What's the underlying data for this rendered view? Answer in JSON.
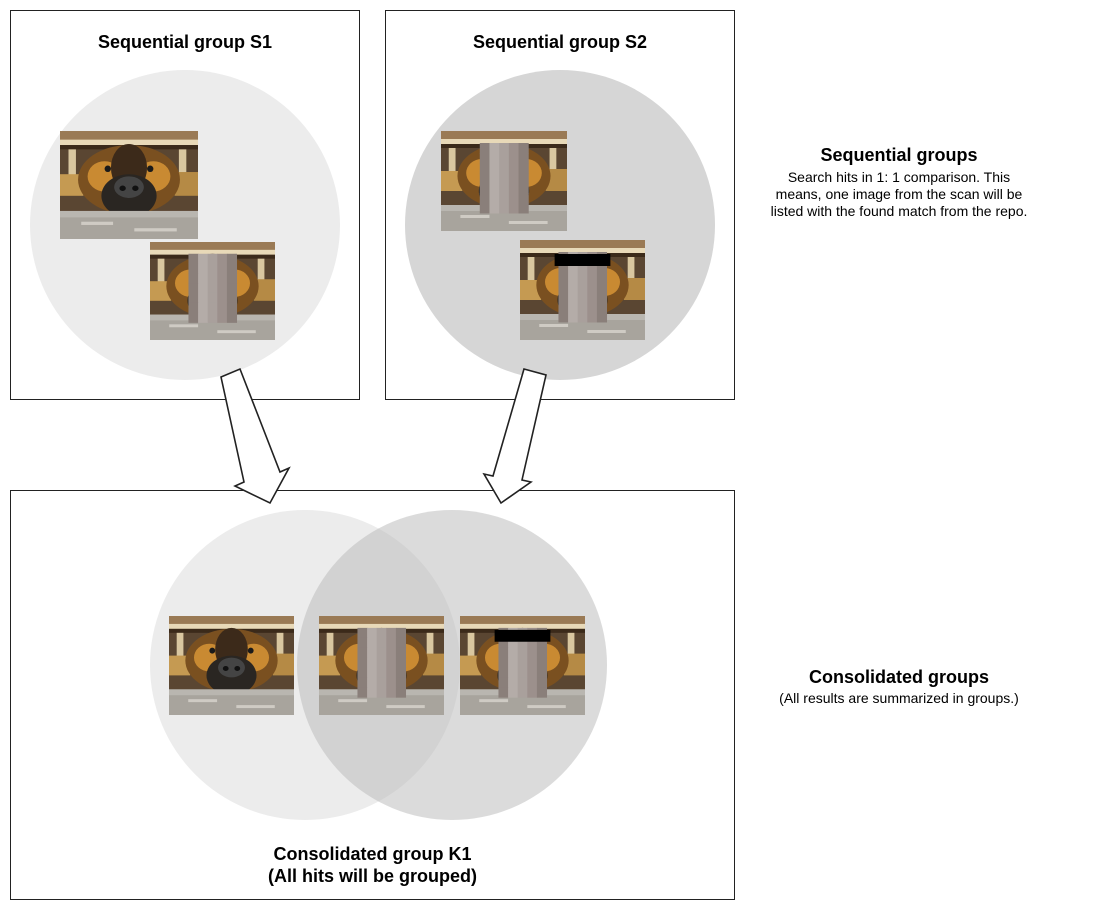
{
  "group_s1": {
    "title": "Sequential group S1"
  },
  "group_s2": {
    "title": "Sequential group S2"
  },
  "group_k1": {
    "title": "Consolidated group K1",
    "subtitle": "(All hits will be grouped)"
  },
  "sequential_note": {
    "title": "Sequential groups",
    "lines": [
      "Search hits in 1: 1 comparison. This",
      "means, one image from the scan will be",
      "listed with the found match from the repo."
    ]
  },
  "consolidated_note": {
    "title": "Consolidated groups",
    "description": "(All results are summarized in groups.)"
  },
  "colors": {
    "circle_light": "#ececec",
    "circle_dark": "#d6d6d6",
    "border": "#222222"
  },
  "icons": [
    "dog-photo",
    "dog-photo-pixelated",
    "dog-photo-pixelated-redacted",
    "down-arrow"
  ]
}
